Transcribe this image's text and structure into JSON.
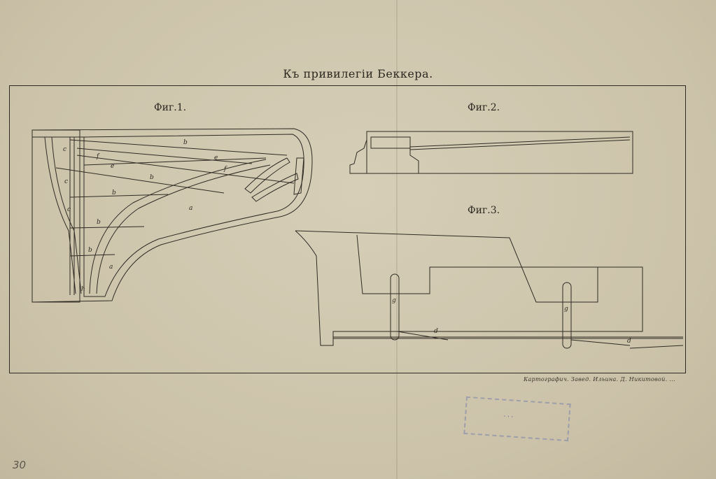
{
  "document": {
    "title": "Къ привилегіи Беккера.",
    "fig1_label": "Фиг.1.",
    "fig2_label": "Фиг.2.",
    "fig3_label": "Фиг.3.",
    "printer_credit": "Картографич. Завед. Ильина. Д. Никитовой. ...",
    "stamp_text": "...",
    "archive_number": "30"
  },
  "figure_letters": {
    "fig1": [
      "b",
      "c",
      "c",
      "c",
      "f",
      "e",
      "e",
      "f",
      "b",
      "b",
      "b",
      "b",
      "a",
      "a",
      "h"
    ],
    "fig3": [
      "g",
      "g",
      "d",
      "d"
    ]
  },
  "colors": {
    "paper": "#cfc6ae",
    "ink": "#2f2b24",
    "stamp": "#7a82aa"
  }
}
